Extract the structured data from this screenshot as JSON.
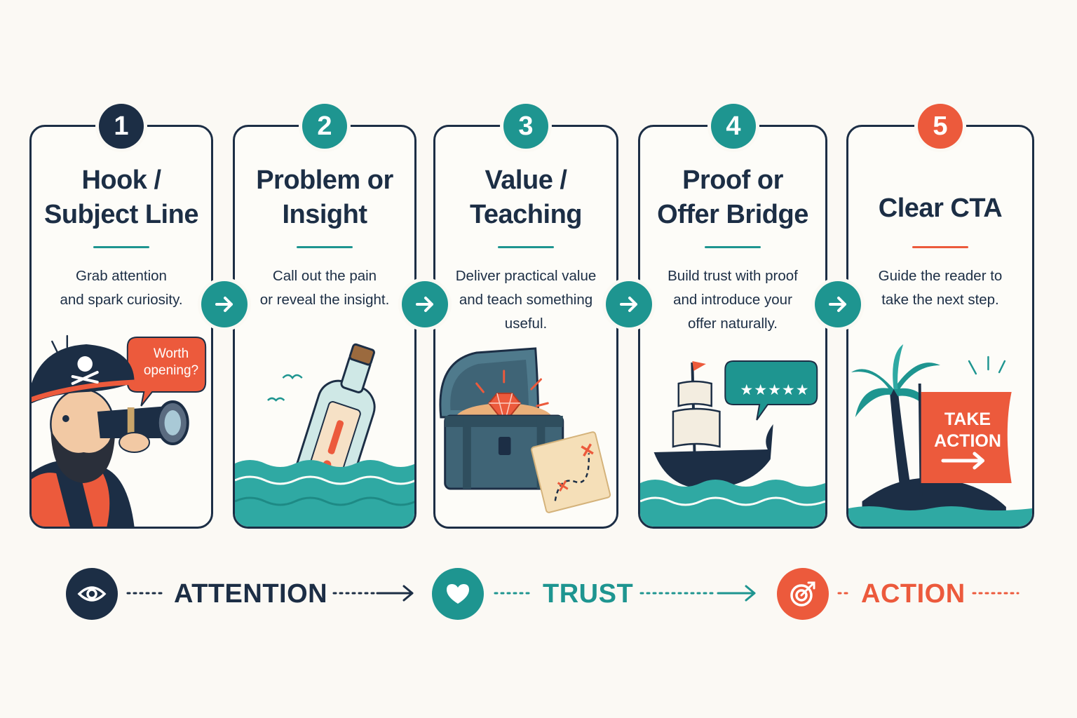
{
  "steps": [
    {
      "number": "1",
      "title": "Hook /\nSubject Line",
      "description": "Grab attention\nand spark curiosity.",
      "accent": "#1c2e45",
      "bubble": "Worth\nopening?",
      "illustration": "pirate-spyglass-icon"
    },
    {
      "number": "2",
      "title": "Problem or\nInsight",
      "description": "Call out the pain\nor reveal the insight.",
      "accent": "#1e9590",
      "illustration": "message-bottle-icon"
    },
    {
      "number": "3",
      "title": "Value /\nTeaching",
      "description": "Deliver practical value\nand teach something\nuseful.",
      "accent": "#1e9590",
      "illustration": "treasure-chest-icon"
    },
    {
      "number": "4",
      "title": "Proof or\nOffer Bridge",
      "description": "Build trust with proof\nand introduce your\noffer naturally.",
      "accent": "#1e9590",
      "rating": "★★★★★",
      "illustration": "pirate-ship-icon"
    },
    {
      "number": "5",
      "title": "Clear CTA",
      "description": "Guide the reader to\ntake the next step.",
      "accent": "#ec5a3c",
      "flag": "TAKE\nACTION",
      "illustration": "palm-island-icon"
    }
  ],
  "flow": [
    {
      "label": "ATTENTION",
      "icon": "eye-icon",
      "color": "#1c2e45"
    },
    {
      "label": "TRUST",
      "icon": "heart-icon",
      "color": "#1e9590"
    },
    {
      "label": "ACTION",
      "icon": "target-icon",
      "color": "#ec5a3c"
    }
  ],
  "colors": {
    "navy": "#1c2e45",
    "teal": "#1e9590",
    "coral": "#ec5a3c",
    "background": "#fbf9f4"
  }
}
